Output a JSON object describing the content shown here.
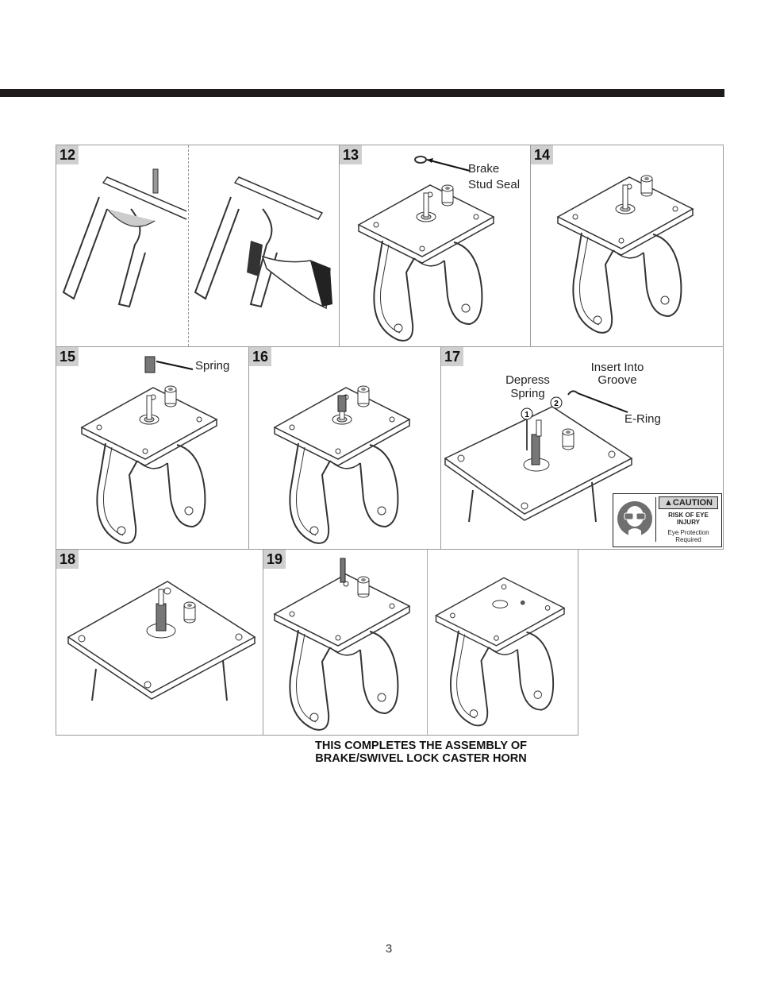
{
  "steps": {
    "s12": "12",
    "s13": "13",
    "s14": "14",
    "s15": "15",
    "s16": "16",
    "s17": "17",
    "s18": "18",
    "s19": "19"
  },
  "labels": {
    "brake": "Brake",
    "stud_seal": "Stud Seal",
    "spring": "Spring",
    "depress": "Depress",
    "depress_spring": "Spring",
    "insert_into": "Insert Into",
    "groove": "Groove",
    "e_ring": "E-Ring",
    "callout_1": "1",
    "callout_2": "2"
  },
  "caution": {
    "title": "CAUTION",
    "risk_line1": "RISK OF EYE",
    "risk_line2": "INJURY",
    "note_line1": "Eye Protection",
    "note_line2": "Required"
  },
  "footer": {
    "line1": "THIS COMPLETES THE ASSEMBLY OF",
    "line2": "BRAKE/SWIVEL LOCK CASTER HORN"
  },
  "page_number": "3"
}
